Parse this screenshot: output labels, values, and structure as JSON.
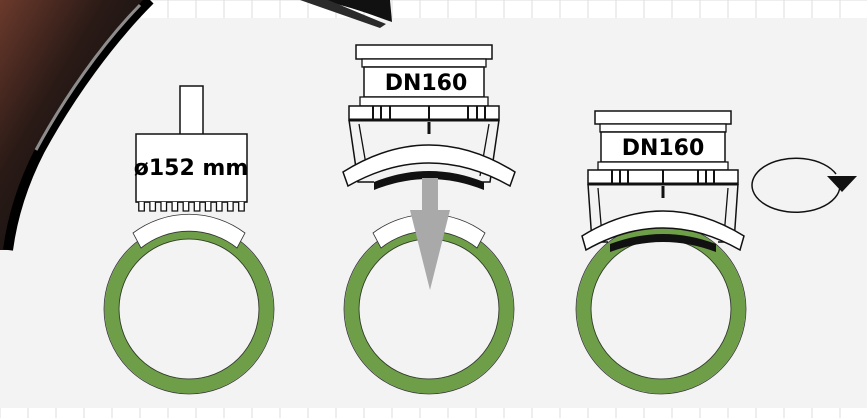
{
  "colors": {
    "pipe_ring": "#6e9e48",
    "panel_bg": "#f3f3f3",
    "grid_line": "#dcdcdc",
    "outline": "#111111",
    "arrow_grey": "#a9a9a9"
  },
  "steps": [
    {
      "label": "ø152 mm",
      "tool": "hole-saw-icon"
    },
    {
      "label": "DN160",
      "tool": "saddle-fitting-icon",
      "action": "press-down-arrow-icon"
    },
    {
      "label": "DN160",
      "tool": "saddle-fitting-icon",
      "action": "rotate-arrow-icon"
    }
  ]
}
